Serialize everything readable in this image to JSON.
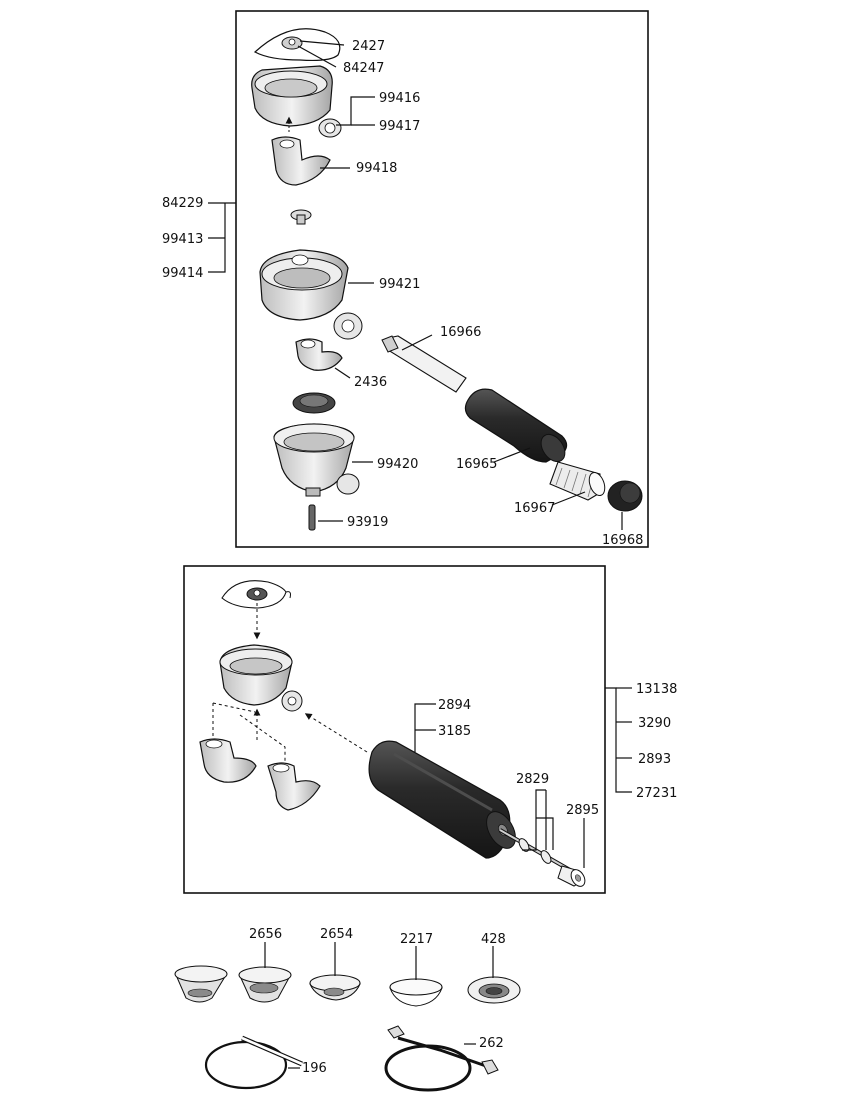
{
  "panel_top": {
    "labels": {
      "p2427": "2427",
      "p84247": "84247",
      "p99416": "99416",
      "p99417": "99417",
      "p99418": "99418",
      "p84229": "84229",
      "p99413": "99413",
      "p99414": "99414",
      "p99421": "99421",
      "p16966": "16966",
      "p2436": "2436",
      "p99420": "99420",
      "p16965": "16965",
      "p16967": "16967",
      "p93919": "93919",
      "p16968": "16968"
    }
  },
  "panel_middle": {
    "labels": {
      "p13138": "13138",
      "p3290": "3290",
      "p2893": "2893",
      "p27231": "27231",
      "p2894": "2894",
      "p3185": "3185",
      "p2829": "2829",
      "p2895": "2895"
    }
  },
  "accessories": {
    "labels": {
      "p2656": "2656",
      "p2654": "2654",
      "p2217": "2217",
      "p428": "428",
      "p196": "196",
      "p262": "262"
    }
  },
  "colors": {
    "line": "#111111",
    "metal": "#dcdcdc",
    "metal_dark": "#a8a8a8",
    "handle": "#2b2b2b"
  }
}
